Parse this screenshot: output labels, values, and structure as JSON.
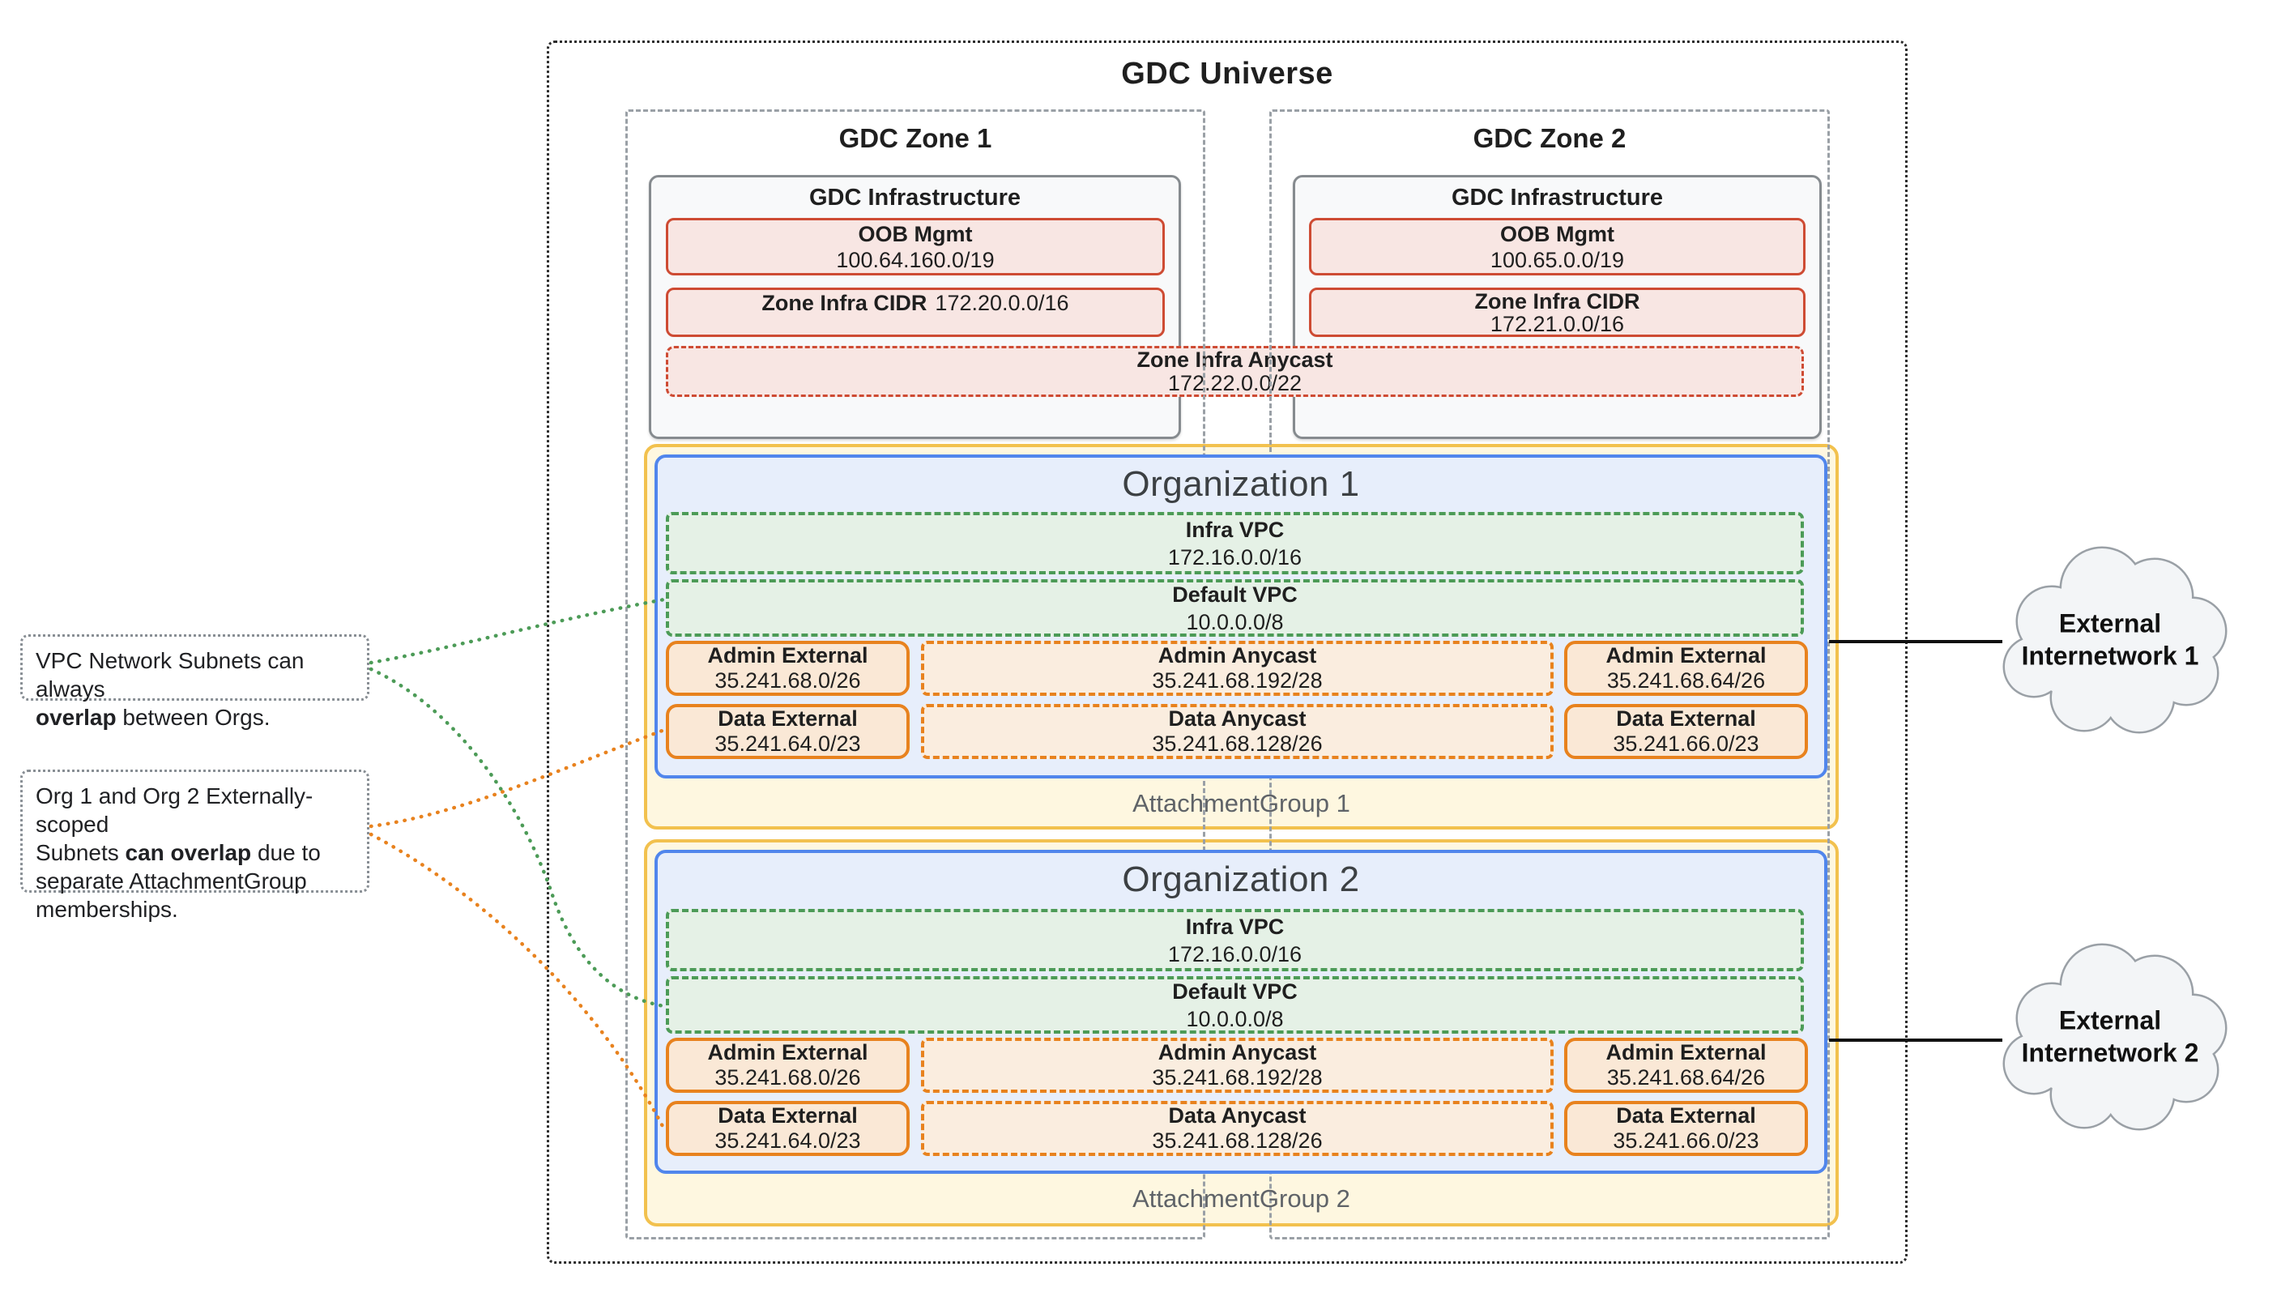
{
  "diagram": {
    "universe": {
      "title": "GDC Universe"
    },
    "zones": [
      {
        "title": "GDC Zone 1",
        "infrastructure": {
          "title": "GDC Infrastructure",
          "oob": {
            "label": "OOB Mgmt",
            "cidr": "100.64.160.0/19"
          },
          "zone_infra": {
            "label": "Zone Infra CIDR",
            "cidr": "172.20.0.0/16"
          }
        }
      },
      {
        "title": "GDC Zone 2",
        "infrastructure": {
          "title": "GDC Infrastructure",
          "oob": {
            "label": "OOB Mgmt",
            "cidr": "100.65.0.0/19"
          },
          "zone_infra": {
            "label": "Zone Infra CIDR",
            "cidr": "172.21.0.0/16"
          }
        }
      }
    ],
    "zone_infra_anycast": {
      "label": "Zone Infra Anycast",
      "cidr": "172.22.0.0/22"
    },
    "attachment_groups": [
      {
        "label": "AttachmentGroup 1",
        "organization": {
          "title": "Organization 1",
          "vpcs": [
            {
              "label": "Infra VPC",
              "cidr": "172.16.0.0/16"
            },
            {
              "label": "Default VPC",
              "cidr": "10.0.0.0/8"
            }
          ],
          "subnets": [
            {
              "label": "Admin External",
              "cidr": "35.241.68.0/26"
            },
            {
              "label": "Admin Anycast",
              "cidr": "35.241.68.192/28"
            },
            {
              "label": "Admin External",
              "cidr": "35.241.68.64/26"
            },
            {
              "label": "Data External",
              "cidr": "35.241.64.0/23"
            },
            {
              "label": "Data Anycast",
              "cidr": "35.241.68.128/26"
            },
            {
              "label": "Data External",
              "cidr": "35.241.66.0/23"
            }
          ]
        }
      },
      {
        "label": "AttachmentGroup 2",
        "organization": {
          "title": "Organization 2",
          "vpcs": [
            {
              "label": "Infra VPC",
              "cidr": "172.16.0.0/16"
            },
            {
              "label": "Default VPC",
              "cidr": "10.0.0.0/8"
            }
          ],
          "subnets": [
            {
              "label": "Admin External",
              "cidr": "35.241.68.0/26"
            },
            {
              "label": "Admin Anycast",
              "cidr": "35.241.68.192/28"
            },
            {
              "label": "Admin External",
              "cidr": "35.241.68.64/26"
            },
            {
              "label": "Data External",
              "cidr": "35.241.64.0/23"
            },
            {
              "label": "Data Anycast",
              "cidr": "35.241.68.128/26"
            },
            {
              "label": "Data External",
              "cidr": "35.241.66.0/23"
            }
          ]
        }
      }
    ],
    "annotations": [
      {
        "parts": [
          {
            "t": "VPC Network Subnets can always\n",
            "b": false
          },
          {
            "t": "overlap",
            "b": true
          },
          {
            "t": " between Orgs.",
            "b": false
          }
        ]
      },
      {
        "parts": [
          {
            "t": "Org 1 and Org 2 Externally-scoped\nSubnets ",
            "b": false
          },
          {
            "t": "can overlap",
            "b": true
          },
          {
            "t": " due to\nseparate AttachmentGroup\nmemberships.",
            "b": false
          }
        ]
      }
    ],
    "clouds": [
      {
        "lines": [
          "External",
          "Internetwork 1"
        ]
      },
      {
        "lines": [
          "External",
          "Internetwork 2"
        ]
      }
    ],
    "colors": {
      "red_border": "#CE4B33",
      "red_fill": "#F8E6E3",
      "green_border": "#4C9B57",
      "green_fill": "#E5F1E6",
      "orange_border": "#E8821E",
      "orange_fill_solid": "#FAE8D6",
      "orange_fill_dashed": "#FAEDDF",
      "blue_border": "#5186EC",
      "blue_fill": "#E7EEFB",
      "yellow_border": "#F2C14E",
      "yellow_fill": "#FEF7E0",
      "zone_dash_gray": "#9AA0A6",
      "infra_fill": "#F8F9FA",
      "infra_border": "#868B8F",
      "attachment_label_gray": "#5F6368",
      "cloud_fill": "#F3F5F7",
      "cloud_border": "#9AA0A6"
    }
  }
}
